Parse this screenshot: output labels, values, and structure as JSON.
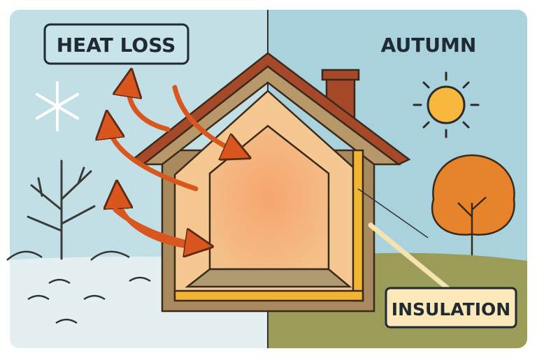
{
  "labels": {
    "heat_loss": "HEAT LOSS",
    "autumn": "AUTUMN",
    "insulation": "INSULATION"
  },
  "colors": {
    "winter_sky": "#c3dfe6",
    "autumn_sky": "#a9d2dd",
    "snow": "#e4eff2",
    "grass": "#9a9c58",
    "roof": "#a6482a",
    "arrow": "#d9561f",
    "insulation": "#f2b533",
    "sun": "#f6b73c",
    "tree": "#e7832a"
  }
}
